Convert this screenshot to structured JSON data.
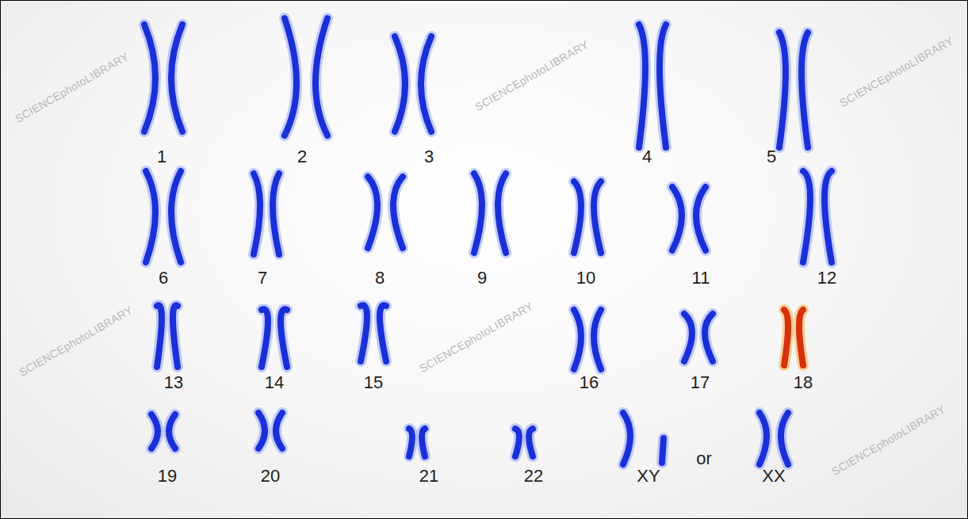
{
  "diagram": {
    "labels": [
      "1",
      "2",
      "3",
      "4",
      "5",
      "6",
      "7",
      "8",
      "9",
      "10",
      "11",
      "12",
      "13",
      "14",
      "15",
      "16",
      "17",
      "18",
      "19",
      "20",
      "21",
      "22",
      "XY",
      "or",
      "XX",
      "SCIENCEphotoLIBRARY",
      "SCIENCEphotoLIBRARY",
      "SCIENCEphotoLIBRARY",
      "SCIENCEphotoLIBRARY",
      "SCIENCEphotoLIBRARY",
      "SCIENCEphotoLIBRARY"
    ]
  }
}
